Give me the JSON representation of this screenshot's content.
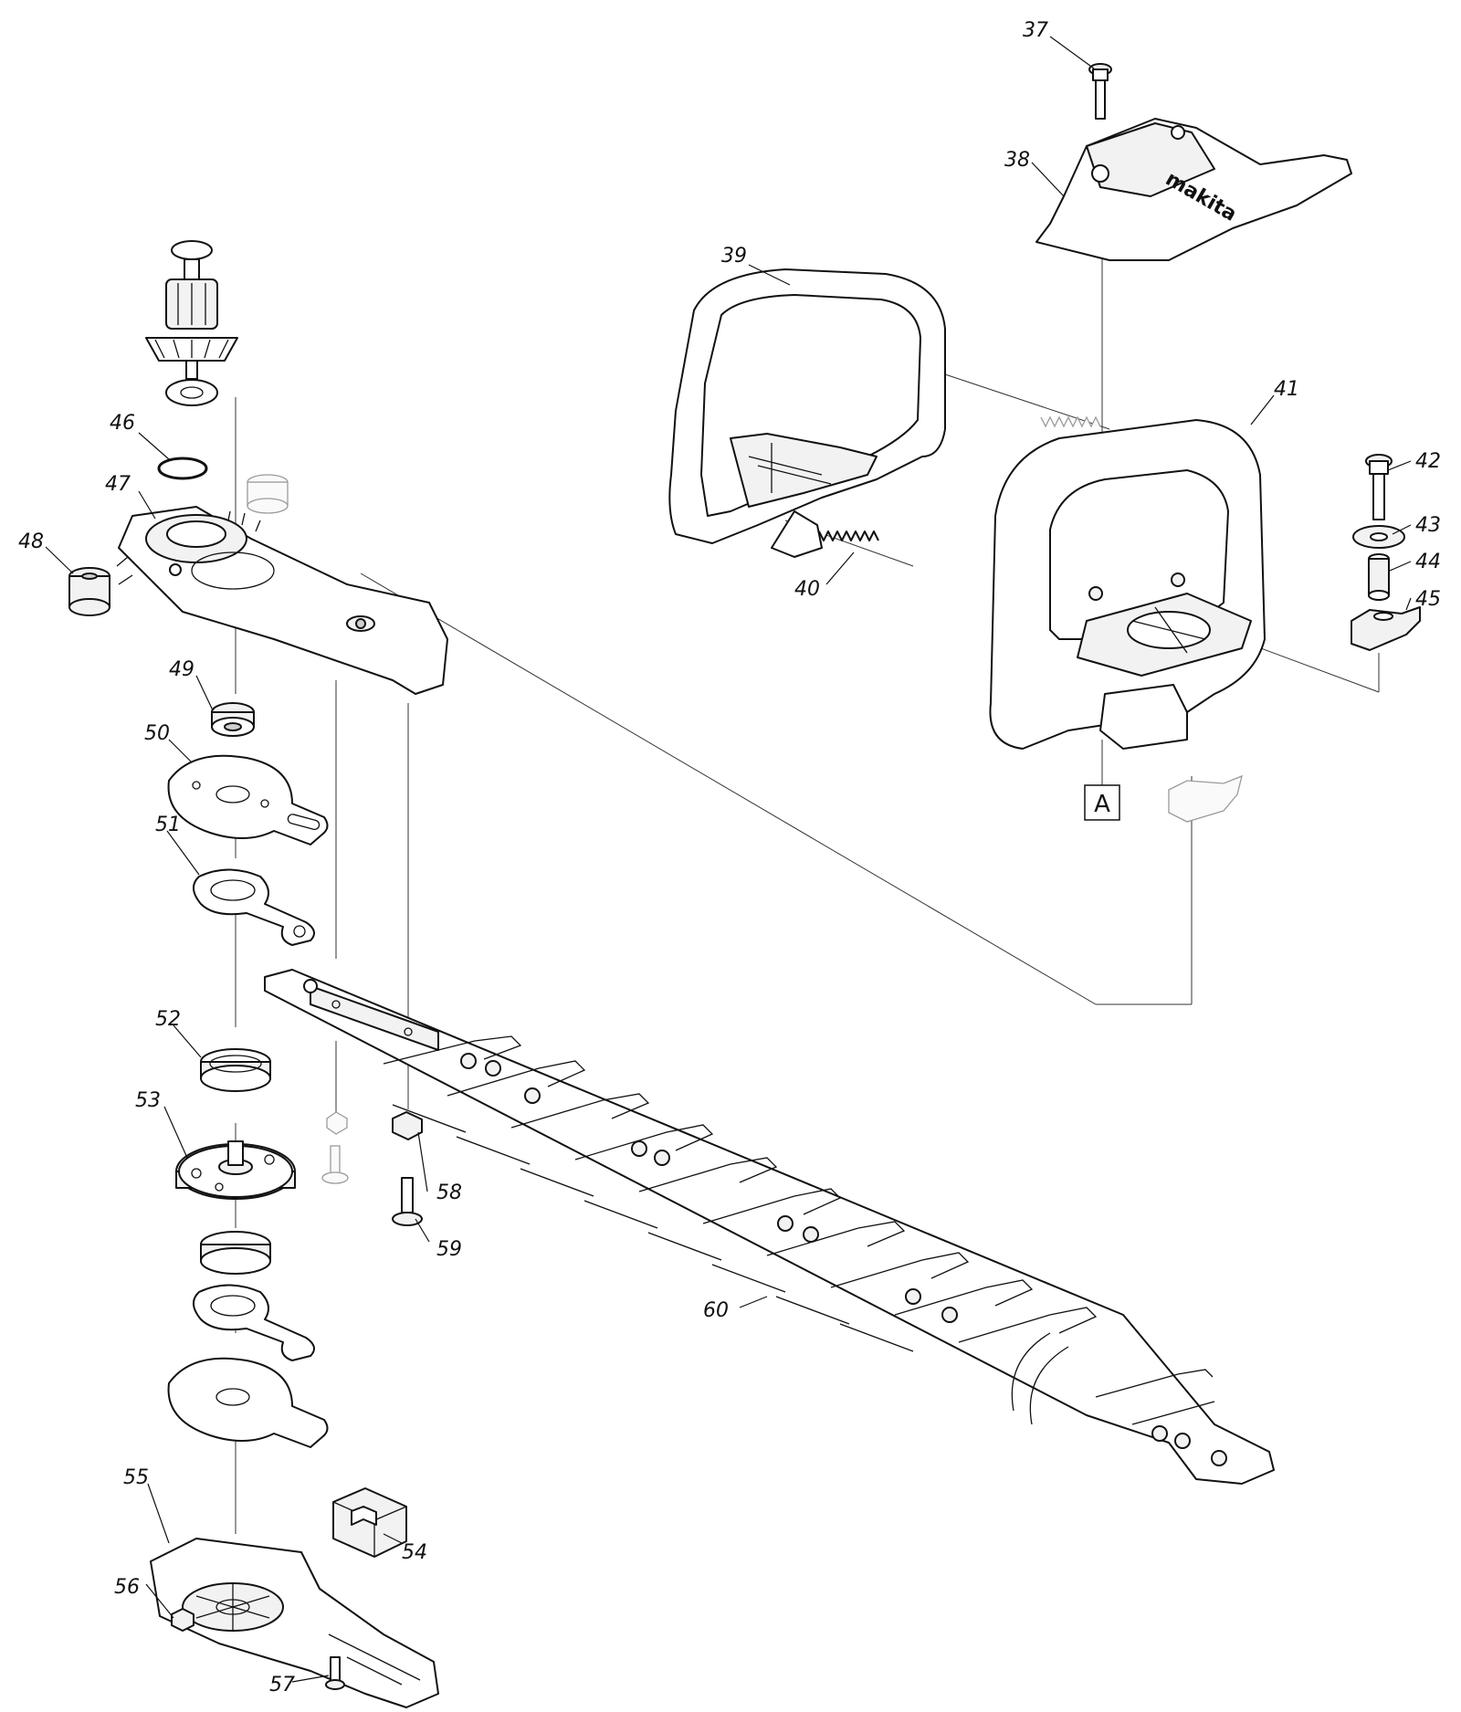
{
  "labels": {
    "p37": "37",
    "p38": "38",
    "p39": "39",
    "p40": "40",
    "p41": "41",
    "p42": "42",
    "p43": "43",
    "p44": "44",
    "p45": "45",
    "p46": "46",
    "p47": "47",
    "p48": "48",
    "p49": "49",
    "p50": "50",
    "p51": "51",
    "p52": "52",
    "p53": "53",
    "p54": "54",
    "p55": "55",
    "p56": "56",
    "p57": "57",
    "p58": "58",
    "p59": "59",
    "p60": "60"
  },
  "reference_marker": "A",
  "brand_mark": "makita",
  "colors": {
    "ink": "#111111",
    "background": "#ffffff",
    "ghost_part": "#9a9a9a"
  }
}
